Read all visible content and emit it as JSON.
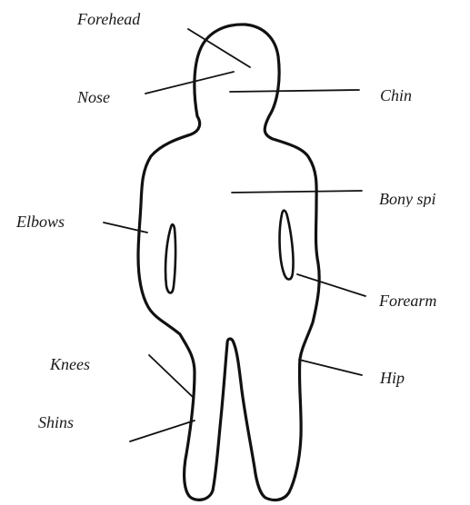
{
  "diagram": {
    "labels": {
      "forehead": "Forehead",
      "nose": "Nose",
      "chin": "Chin",
      "bony_spine": "Bony spi",
      "elbows": "Elbows",
      "forearm": "Forearm",
      "knees": "Knees",
      "hip": "Hip",
      "shins": "Shins"
    },
    "colors": {
      "outline": "#111111",
      "text": "#1a1a1a",
      "background": "#ffffff"
    }
  }
}
